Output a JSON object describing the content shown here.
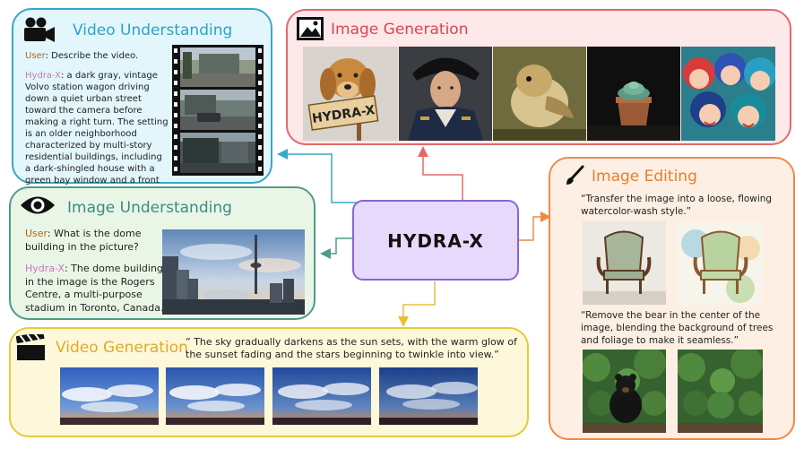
{
  "center": {
    "label": "HYDRA-X"
  },
  "video_understanding": {
    "title": "Video Understanding",
    "user_prefix": "User",
    "user_text": ": Describe the video.",
    "model_prefix": "Hydra-X",
    "model_text": ": a dark gray, vintage Volvo station wagon driving down a quiet urban street toward the camera before making a right turn. The setting is an older neighborhood characterized by multi-story residential buildings, including a dark-shingled house with a green bay window and a front porch."
  },
  "image_understanding": {
    "title": "Image Understanding",
    "user_prefix": "User",
    "user_text": ": What is the dome building in the picture?",
    "model_prefix": "Hydra-X",
    "model_text": ": The dome building in the image is the Rogers Centre, a multi-purpose stadium in Toronto, Canada."
  },
  "image_generation": {
    "title": "Image Generation",
    "sign_text": "HYDRA-X"
  },
  "image_editing": {
    "title": "Image Editing",
    "prompt1": "“Transfer the image into a loose, flowing watercolor-wash style.”",
    "prompt2": "“Remove the bear in the center of the image, blending the background of trees and foliage to make it seamless.”"
  },
  "video_generation": {
    "title": "Video Generation",
    "prompt": "” The sky gradually darkens as the sun sets, with the warm glow of the sunset fading and the stars beginning to twinkle into view.”"
  },
  "colors": {
    "video_understanding": "#e2f6fb",
    "image_understanding": "#e9f6e5",
    "image_generation": "#fde8ea",
    "image_editing": "#fdefe3",
    "video_generation": "#fdf8d9",
    "center": "#e6d9fb"
  }
}
